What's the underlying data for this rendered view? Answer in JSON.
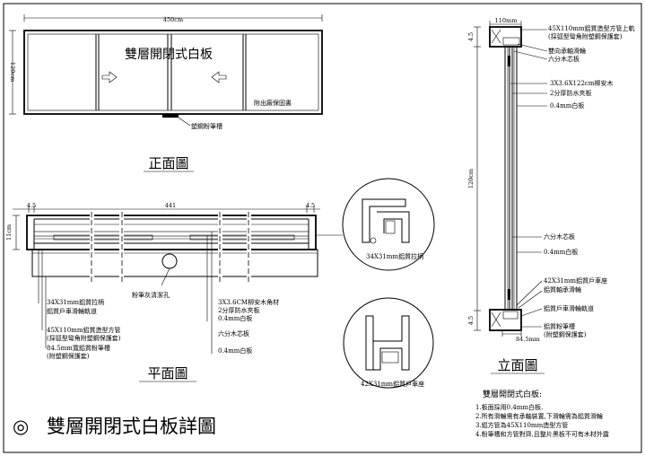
{
  "front_view": {
    "width_dim": "450cm",
    "height_dim": "120cm",
    "board_title": "雙層開閉式白板",
    "attachment_note": "附出廠保固書",
    "rail_label": "塑鋼粉筆槽",
    "caption": "正面圖"
  },
  "plan_view": {
    "dim_total": "441",
    "dim_left": "4.5",
    "dim_right": "4.5",
    "dim_side": "11cm",
    "hole_label": "粉筆灰清潔孔",
    "labels_left": [
      "34X31mm鋁質拉柄",
      "鋁質戶車滑輪軌道",
      "45X110mm鋁質造型方管",
      "(採弧型彎角附塑鋼保護套)",
      "84.5mm寬鋁質粉筆槽",
      "(附塑鋼保護套)"
    ],
    "labels_right": [
      "3X3.6CM柳安木角材",
      "2分厚防水夾板",
      "0.4mm白板",
      "六分木芯板",
      "0.4mm白板"
    ],
    "caption": "平面圖"
  },
  "details": {
    "handle_label": "34X31mm鋁質拉柄",
    "base_label": "42X31mm鋁質戶車座"
  },
  "elevation_view": {
    "top_dim": "110mm",
    "side_dim_top": "4.5",
    "side_dim_bottom": "4.5",
    "height_dim": "120cm",
    "bottom_dim": "84.5mm",
    "labels_top": [
      "45X110mm鋁質造型方管上軌",
      "(採弧型彎角附塑鋼保護套)",
      "雙向承軸滑輪",
      "六分木芯板",
      "3X3.6X122cm柳安木",
      "2分厚防水夾板",
      "0.4mm白板"
    ],
    "labels_bottom": [
      "六分木芯板",
      "0.4mm白板",
      "42X31mm鋁質戶車座",
      "鋁質軸承滑輪",
      "鋁質戶車滑輪軌道",
      "鋁質粉筆槽",
      "(附塑鋼保護套)"
    ],
    "caption": "立面圖"
  },
  "title_block": {
    "symbol": "◎",
    "title": "雙層開閉式白板詳圖"
  },
  "notes": {
    "heading": "雙層開閉式白板:",
    "items": [
      "1.板面採用0.4mm白板.",
      "2.所有滑輪需有承軸裝置,下滑輪需為鋁質滑輪",
      "3.鋁方管為45X110mm造型方管",
      "4.粉筆槽和方管對齊,且整片黑板不可有木材外露"
    ]
  }
}
